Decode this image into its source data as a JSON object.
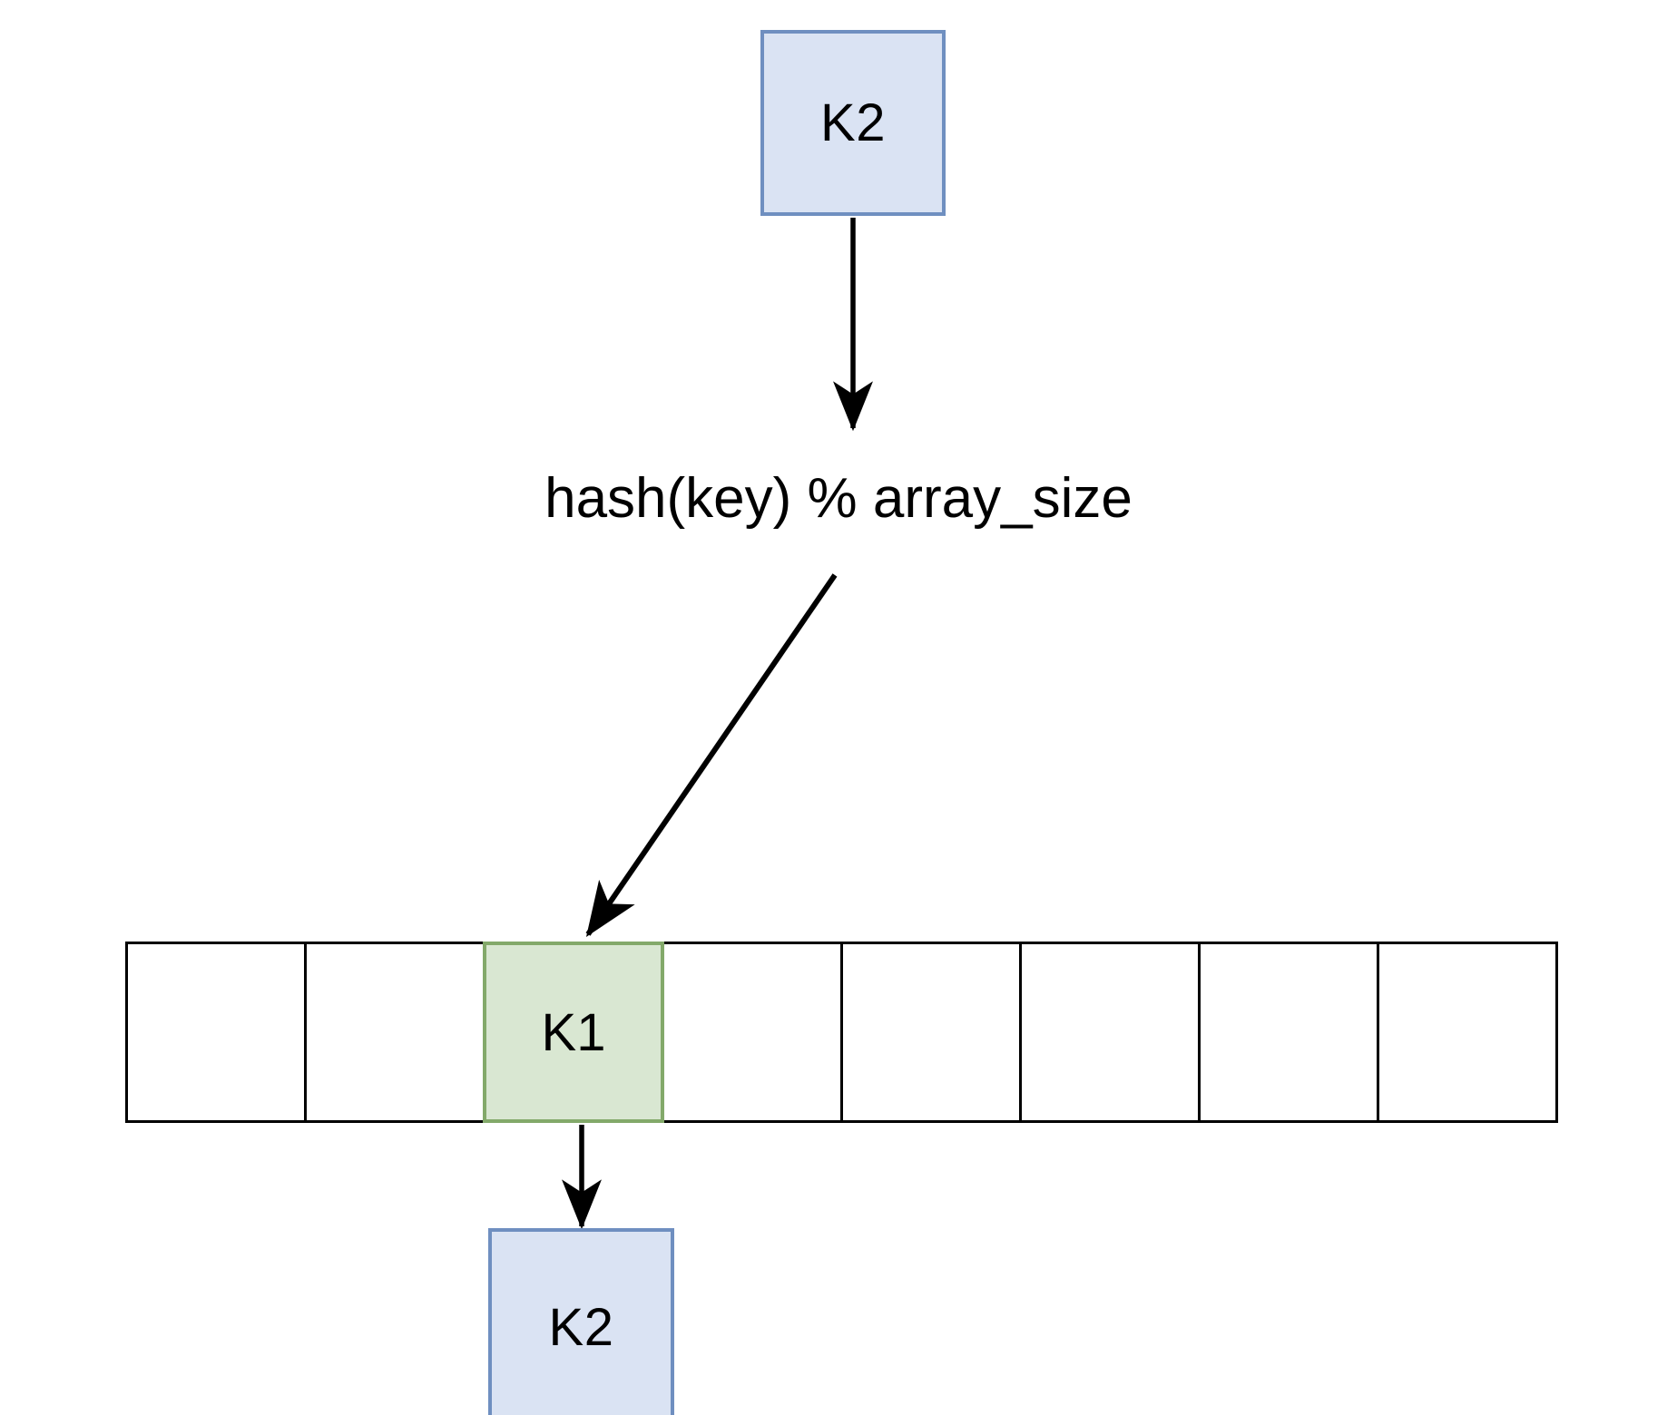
{
  "diagram": {
    "title": "Hash table collision lookup",
    "type": "flow-diagram",
    "background_color": "#ffffff"
  },
  "nodes": {
    "input_key": {
      "label": "K2",
      "fill_color": "#dae3f3",
      "stroke_color": "#6f8fc0"
    },
    "hash_function": {
      "label": "hash(key) % array_size",
      "text_color": "#000000"
    },
    "output_key": {
      "label": "K2",
      "fill_color": "#dae3f3",
      "stroke_color": "#6f8fc0"
    }
  },
  "bucket_array": {
    "cell_count": 8,
    "highlighted_index": 2,
    "highlight_fill": "#d9e7d2",
    "highlight_stroke": "#83a96a",
    "cell_stroke": "#000000",
    "cells": [
      {
        "label": "",
        "filled": false
      },
      {
        "label": "",
        "filled": false
      },
      {
        "label": "K1",
        "filled": true
      },
      {
        "label": "",
        "filled": false
      },
      {
        "label": "",
        "filled": false
      },
      {
        "label": "",
        "filled": false
      },
      {
        "label": "",
        "filled": false
      },
      {
        "label": "",
        "filled": false
      }
    ]
  },
  "connectors": [
    {
      "name": "key-to-hash",
      "from": "input_key",
      "to": "hash_function",
      "style": "straight-vertical",
      "color": "#000000"
    },
    {
      "name": "hash-to-bucket",
      "from": "hash_function",
      "to": "bucket_cell_2",
      "style": "diagonal",
      "color": "#000000"
    },
    {
      "name": "bucket-to-output",
      "from": "bucket_cell_2",
      "to": "output_key",
      "style": "straight-vertical",
      "color": "#000000"
    }
  ]
}
